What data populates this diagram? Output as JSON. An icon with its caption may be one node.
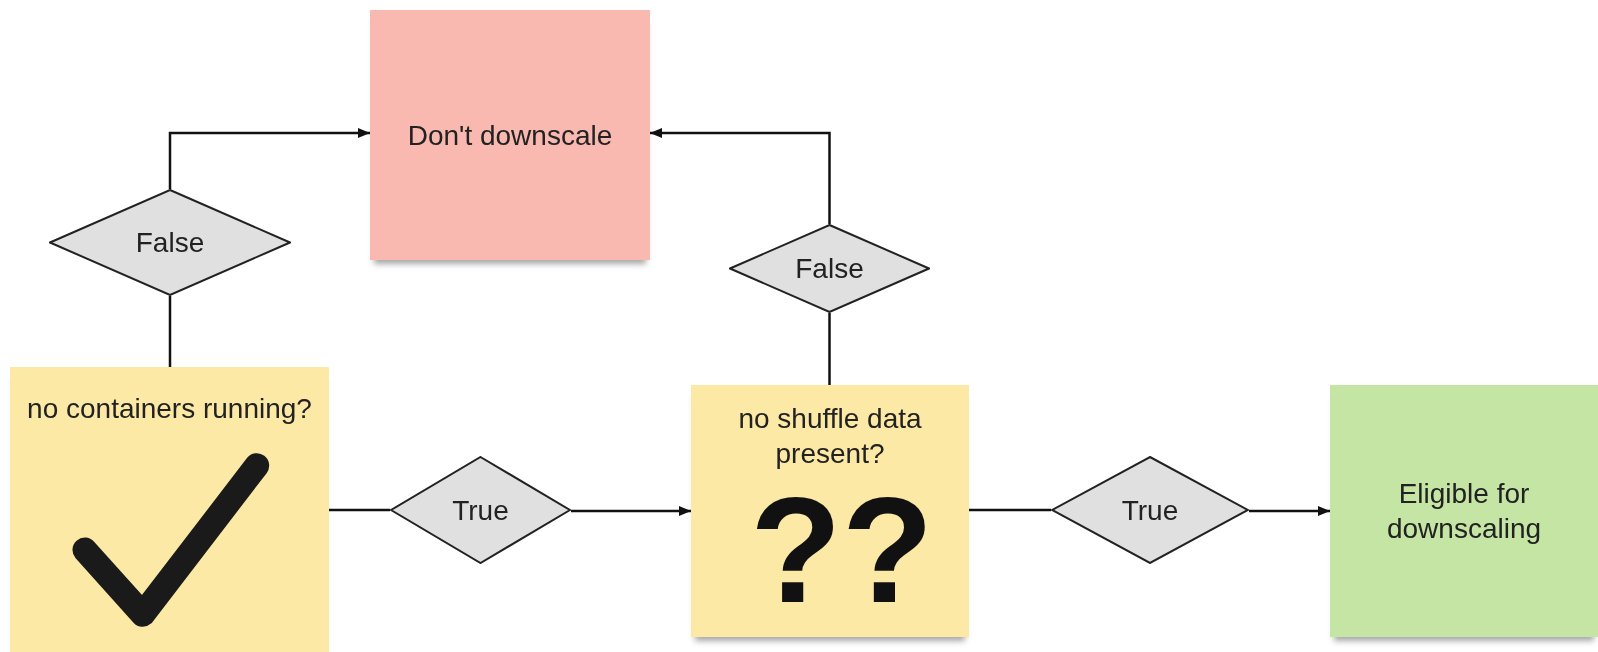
{
  "diagram": {
    "nodes": [
      {
        "text": [
          "Don't downscale"
        ]
      },
      {
        "text": [
          "False"
        ]
      },
      {
        "text": [
          "False"
        ]
      },
      {
        "text": [
          "no containers running?"
        ]
      },
      {
        "text": [
          "True"
        ]
      },
      {
        "text": [
          "no shuffle data present?"
        ]
      },
      {
        "text": [
          "True"
        ]
      },
      {
        "text": [
          "Eligible for downscaling"
        ]
      }
    ],
    "edges": [
      {
        "from": 3,
        "to": 1,
        "arrow": "none"
      },
      {
        "from": 1,
        "to": 0,
        "arrow": "to"
      },
      {
        "from": 5,
        "to": 2,
        "arrow": "none"
      },
      {
        "from": 2,
        "to": 0,
        "arrow": "to"
      },
      {
        "from": 3,
        "to": 4,
        "arrow": "none"
      },
      {
        "from": 4,
        "to": 5,
        "arrow": "to"
      },
      {
        "from": 5,
        "to": 6,
        "arrow": "none"
      },
      {
        "from": 6,
        "to": 7,
        "arrow": "to"
      }
    ],
    "labels": [
      "??"
    ]
  }
}
